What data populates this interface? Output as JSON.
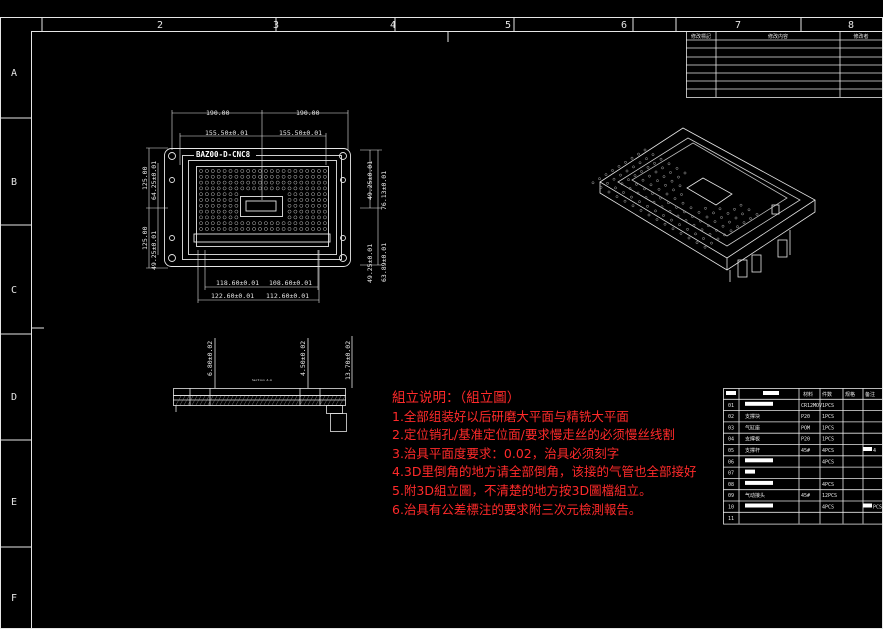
{
  "frame": {
    "col_labels": [
      "2",
      "3",
      "4",
      "5",
      "6",
      "7",
      "8"
    ],
    "row_labels": [
      "A",
      "B",
      "C",
      "D",
      "E",
      "F"
    ]
  },
  "revision_table": {
    "headers": [
      "修改標記",
      "修改内容",
      "修改者"
    ]
  },
  "plan_view": {
    "nameplate": "BAZ00-D-CNC8",
    "dims": {
      "top_left": "190.00",
      "top_right": "190.00",
      "top_left_inner": "155.50±0.01",
      "top_right_inner": "155.50±0.01",
      "bottom_left_inner": "118.60±0.01",
      "bottom_right_inner": "108.60±0.01",
      "bottom_left_outer": "122.60±0.01",
      "bottom_right_outer": "112.60±0.01",
      "left_upper": "125.00",
      "left_upper_inner": "64.25±0.01",
      "left_lower": "125.00",
      "left_lower_inner": "49.25±0.01",
      "right_upper": "49.25±0.01",
      "right_upper_outer": "76.13±0.01",
      "right_lower": "49.25±0.01",
      "right_lower_outer": "63.89±0.01"
    }
  },
  "section_view": {
    "label": "Section A-A",
    "dims": {
      "left_depth": "6.80±0.02",
      "mid_depth": "4.50±0.02",
      "right_height": "13.70±0.02"
    }
  },
  "assembly_notes": {
    "title": "組立说明：（組立圖）",
    "lines": [
      "1.全部组装好以后研磨大平面与精铣大平面",
      "2.定位销孔/基准定位面/要求慢走丝的必须慢丝线割",
      "3.治具平面度要求：0.02，治具必须刻字",
      "4.3D里倒角的地方请全部倒角，该接的气管也全部接好",
      "5.附3D組立圖，不清楚的地方按3D圖檔組立。",
      "6.治具有公差標注的要求附三次元檢測報告。"
    ]
  },
  "bom_table": {
    "headers": [
      "材料",
      "件数",
      "规格",
      "备注"
    ],
    "rows": [
      {
        "no": "01",
        "name": "",
        "material": "CR12MOV",
        "qty": "1PCS",
        "remark": ""
      },
      {
        "no": "02",
        "name": "支撑块",
        "material": "P20",
        "qty": "1PCS",
        "remark": ""
      },
      {
        "no": "03",
        "name": "气缸座",
        "material": "POM",
        "qty": "1PCS",
        "remark": ""
      },
      {
        "no": "04",
        "name": "支撑板",
        "material": "P20",
        "qty": "1PCS",
        "remark": ""
      },
      {
        "no": "05",
        "name": "支撑杆",
        "material": "45#",
        "qty": "4PCS",
        "remark": "4"
      },
      {
        "no": "06",
        "name": "",
        "material": "",
        "qty": "4PCS",
        "remark": ""
      },
      {
        "no": "07",
        "name": "",
        "material": "",
        "qty": "",
        "remark": ""
      },
      {
        "no": "08",
        "name": "",
        "material": "",
        "qty": "4PCS",
        "remark": ""
      },
      {
        "no": "09",
        "name": "气动接头",
        "material": "45#",
        "qty": "12PCS",
        "remark": ""
      },
      {
        "no": "10",
        "name": "",
        "material": "",
        "qty": "4PCS",
        "remark": "PCS"
      },
      {
        "no": "11",
        "name": "",
        "material": "",
        "qty": "",
        "remark": ""
      }
    ]
  }
}
